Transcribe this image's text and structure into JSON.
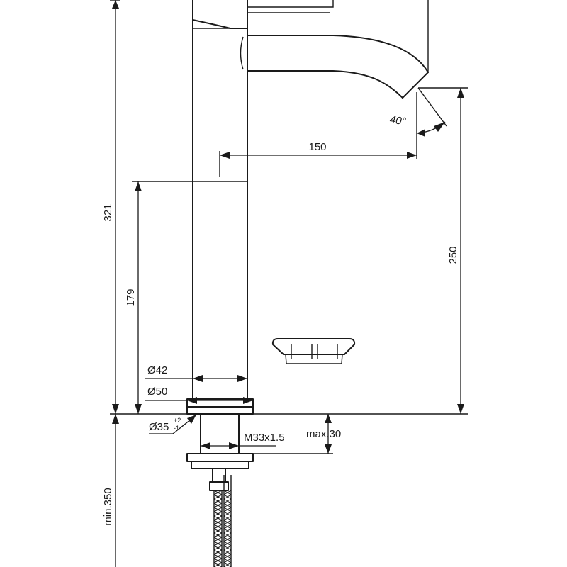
{
  "dimensions": {
    "total_height": "321",
    "body_height": "179",
    "spout_reach": "150",
    "spout_height": "250",
    "spout_angle": "40°",
    "body_diameter": "Ø42",
    "base_diameter": "Ø50",
    "hole_diameter": "Ø35",
    "hole_tol_upper": "+2",
    "hole_tol_lower": "-1",
    "thread": "M33x1.5",
    "max_deck": "max.30",
    "min_hose": "min.350"
  }
}
